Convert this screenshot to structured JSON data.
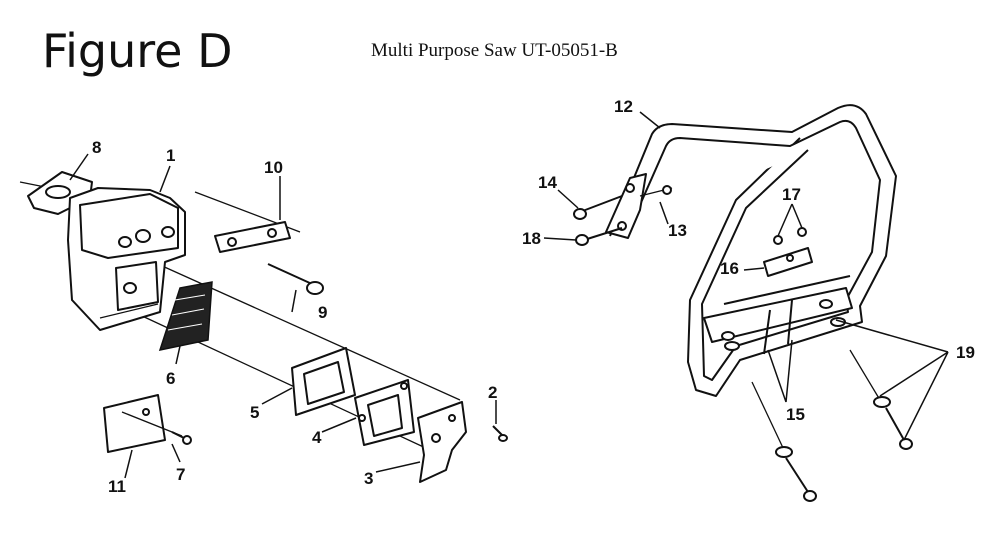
{
  "figure": {
    "title": "Figure D",
    "subtitle": "Multi Purpose Saw UT-05051-B"
  },
  "callouts": [
    "1",
    "2",
    "3",
    "4",
    "5",
    "6",
    "7",
    "8",
    "9",
    "10",
    "11",
    "12",
    "13",
    "14",
    "15",
    "16",
    "17",
    "18",
    "19"
  ]
}
